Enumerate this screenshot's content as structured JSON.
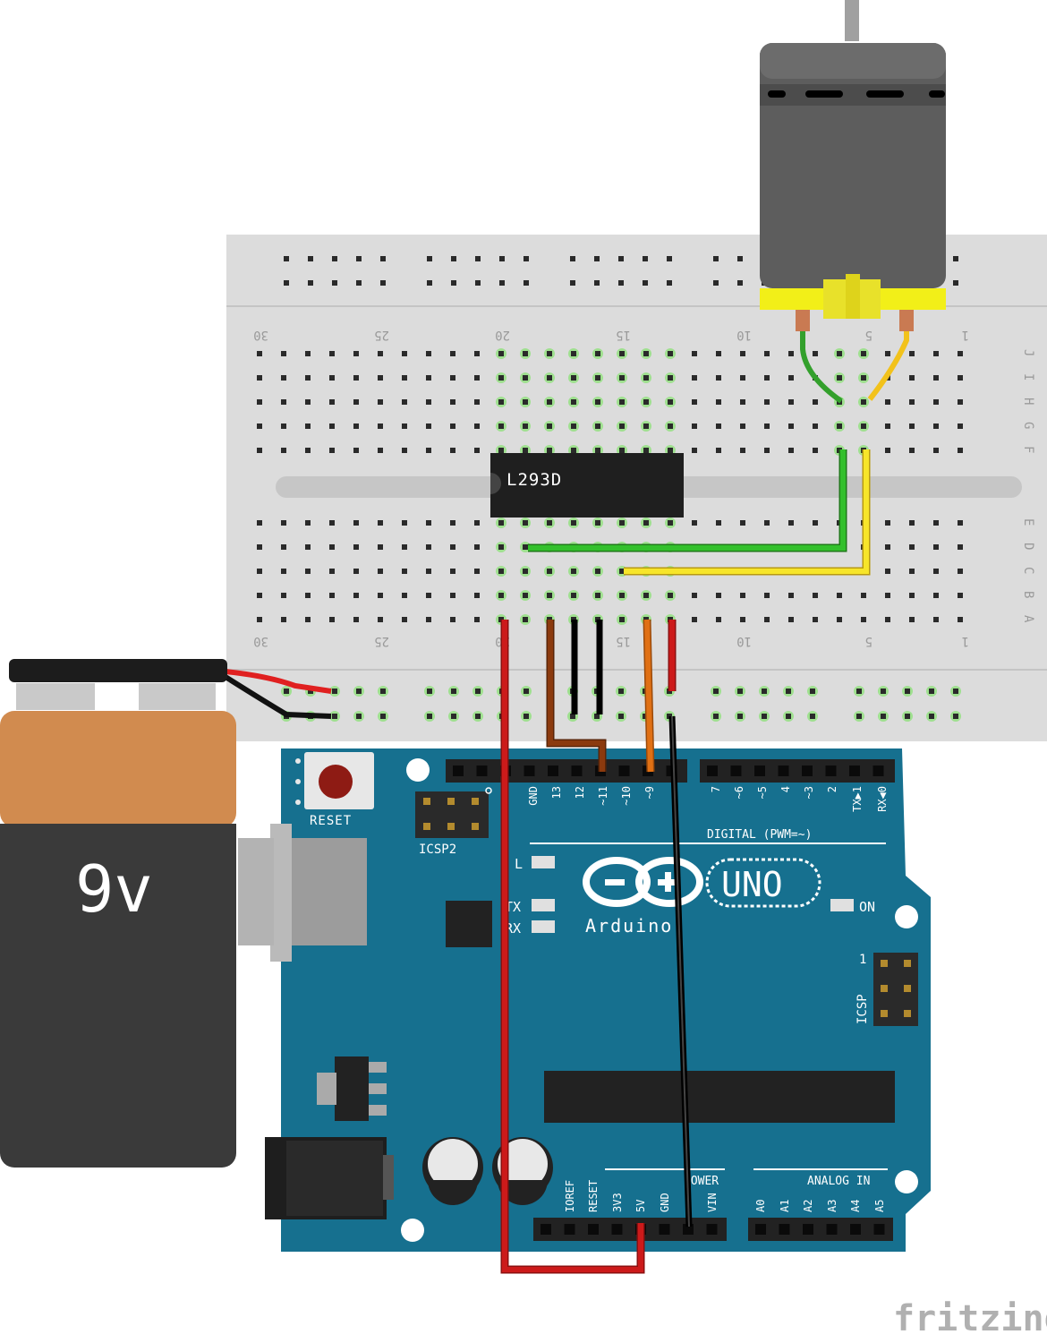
{
  "battery": {
    "label": "9v",
    "body_color": "#3a3a3a",
    "top_color": "#d18b4f"
  },
  "chip": {
    "label": "L293D"
  },
  "breadboard": {
    "col_labels_top": [
      "30",
      "25",
      "20",
      "15",
      "10",
      "5",
      "1"
    ],
    "col_labels_bottom": [
      "30",
      "25",
      "20",
      "15",
      "10",
      "5",
      "1"
    ],
    "row_labels": [
      "J",
      "I",
      "H",
      "G",
      "F",
      "E",
      "D",
      "C",
      "B",
      "A"
    ]
  },
  "arduino": {
    "board_color": "#16708f",
    "reset_label": "RESET",
    "icsp2_label": "ICSP2",
    "icsp_label": "ICSP",
    "icsp_pin1": "1",
    "logo_text": "Arduino",
    "uno_label": "UNO",
    "digital_label": "DIGITAL (PWM=~)",
    "on_label": "ON",
    "led_l": "L",
    "led_tx": "TX",
    "led_rx": "RX",
    "power_label": "POWER",
    "analog_label": "ANALOG IN",
    "digital_pins": [
      "GND",
      "13",
      "12",
      "~11",
      "~10",
      "~9",
      "7",
      "~6",
      "~5",
      "4",
      "~3",
      "2",
      "TX▶1",
      "RX◀0"
    ],
    "power_pins": [
      "IOREF",
      "RESET",
      "3V3",
      "5V",
      "GND",
      "GND",
      "VIN"
    ],
    "analog_pins": [
      "A0",
      "A1",
      "A2",
      "A3",
      "A4",
      "A5"
    ]
  },
  "watermark": "fritzing",
  "wire_colors": {
    "red": "#cc1a1a",
    "black": "#1a1a1a",
    "brown": "#8b3a0e",
    "orange": "#e07014",
    "green": "#33a02c",
    "yellow": "#f2d21b"
  }
}
